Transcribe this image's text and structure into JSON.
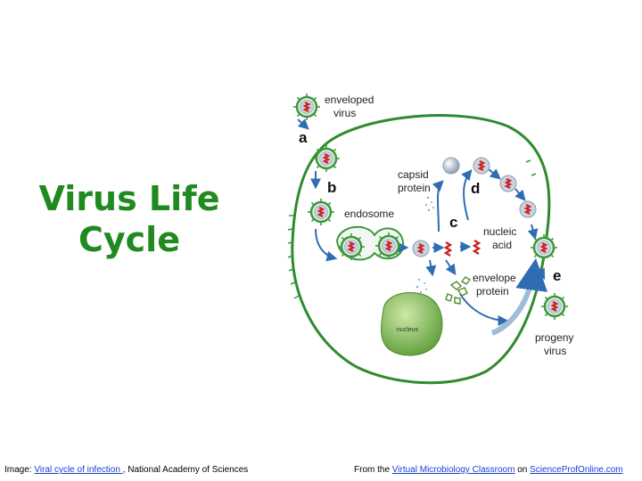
{
  "slide": {
    "title_line1": "Virus Life",
    "title_line2": "Cycle"
  },
  "diagram": {
    "labels": {
      "enveloped_virus_1": "enveloped",
      "enveloped_virus_2": "virus",
      "capsid_protein_1": "capsid",
      "capsid_protein_2": "protein",
      "endosome": "endosome",
      "nucleic_acid_1": "nucleic",
      "nucleic_acid_2": "acid",
      "envelope_protein_1": "envelope",
      "envelope_protein_2": "protein",
      "nucleus": "nucleus",
      "progeny_virus_1": "progeny",
      "progeny_virus_2": "virus"
    },
    "steps": {
      "a": "a",
      "b": "b",
      "c": "c",
      "d": "d",
      "e": "e"
    },
    "colors": {
      "membrane": "#2e8b2e",
      "virus_ring": "#3a9a3a",
      "genome": "#cc2222",
      "arrow": "#2f6db3",
      "nucleus": "#8fc46a"
    }
  },
  "footer": {
    "left_prefix": "Image: ",
    "left_link": "Viral cycle of infection ",
    "left_suffix": ", National Academy of Sciences",
    "right_prefix": "From the ",
    "right_link1": "Virtual Microbiology Classroom",
    "right_mid": " on ",
    "right_link2": "ScienceProfOnline.com"
  }
}
